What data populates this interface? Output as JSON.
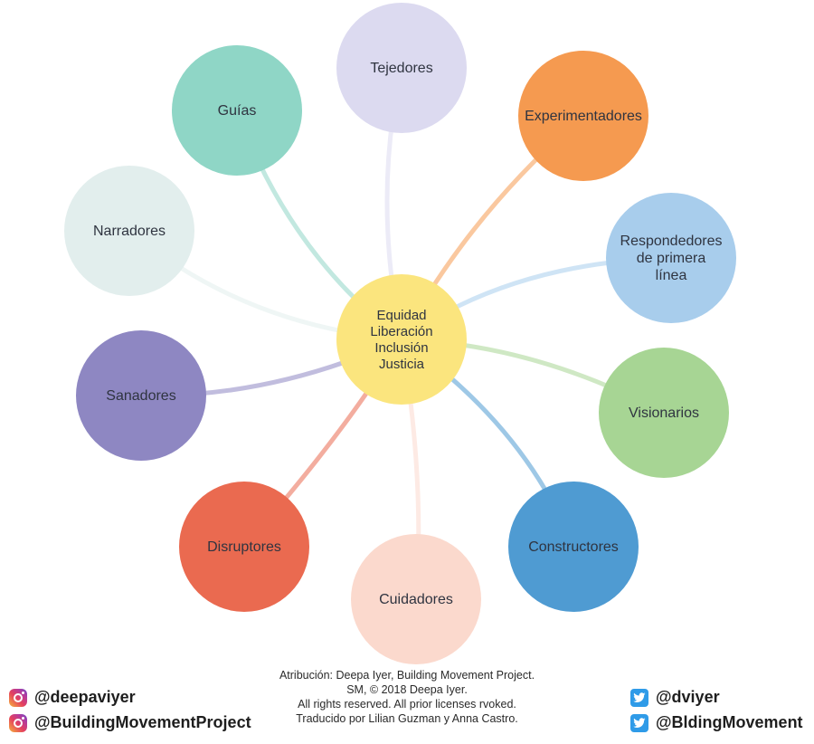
{
  "center": {
    "lines": [
      "Equidad",
      "Liberación",
      "Inclusión",
      "Justicia"
    ],
    "color": "#fbe57e"
  },
  "roles": [
    {
      "name": "Tejedores",
      "lines": [
        "Tejedores"
      ],
      "color": "#dcdaf0"
    },
    {
      "name": "Experimentadores",
      "lines": [
        "Experimentadores"
      ],
      "color": "#f59a50"
    },
    {
      "name": "Respondedores de primera línea",
      "lines": [
        "Respondedores",
        "de primera",
        "línea"
      ],
      "color": "#a8cdec"
    },
    {
      "name": "Visionarios",
      "lines": [
        "Visionarios"
      ],
      "color": "#a7d594"
    },
    {
      "name": "Constructores",
      "lines": [
        "Constructores"
      ],
      "color": "#4f9bd2"
    },
    {
      "name": "Cuidadores",
      "lines": [
        "Cuidadores"
      ],
      "color": "#fbd9cd"
    },
    {
      "name": "Disruptores",
      "lines": [
        "Disruptores"
      ],
      "color": "#ea6a50"
    },
    {
      "name": "Sanadores",
      "lines": [
        "Sanadores"
      ],
      "color": "#8e87c2"
    },
    {
      "name": "Narradores",
      "lines": [
        "Narradores"
      ],
      "color": "#e2eeed"
    },
    {
      "name": "Guías",
      "lines": [
        "Guías"
      ],
      "color": "#8fd6c6"
    }
  ],
  "attribution": {
    "line1": "Atribución: Deepa Iyer, Building Movement Project.",
    "line2": "SM, © 2018 Deepa Iyer.",
    "line3": "All rights reserved. All prior licenses rvoked.",
    "line4": "Traducido por Lilian Guzman y Anna Castro."
  },
  "social": {
    "instagram_1": "@deepaviyer",
    "instagram_2": "@BuildingMovementProject",
    "twitter_1": "@dviyer",
    "twitter_2": "@BldingMovement"
  },
  "icons": {
    "instagram": "instagram-icon",
    "twitter": "twitter-icon"
  }
}
